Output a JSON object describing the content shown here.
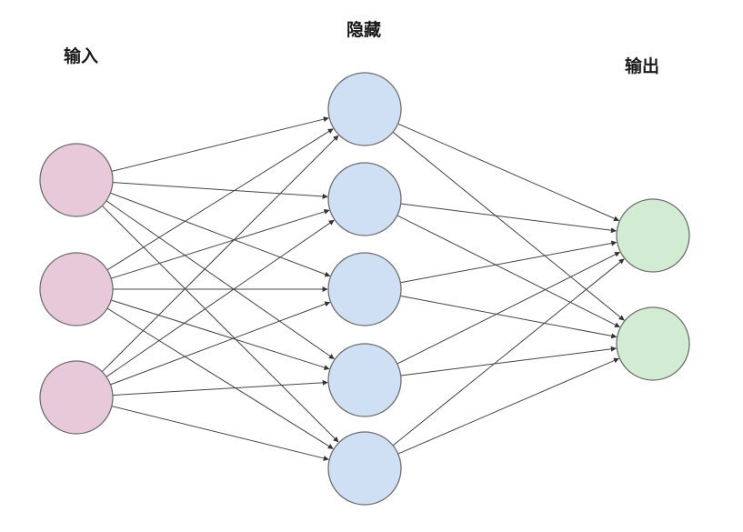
{
  "diagram": {
    "title": "",
    "layers": [
      {
        "key": "input",
        "label": "输入",
        "node_count": 3,
        "fill": "#e8c9d9"
      },
      {
        "key": "hidden",
        "label": "隐藏",
        "node_count": 5,
        "fill": "#cfdff4"
      },
      {
        "key": "output",
        "label": "输出",
        "node_count": 2,
        "fill": "#d1ecd3"
      }
    ],
    "connections": "fully-connected",
    "arrow_color": "#333333"
  }
}
